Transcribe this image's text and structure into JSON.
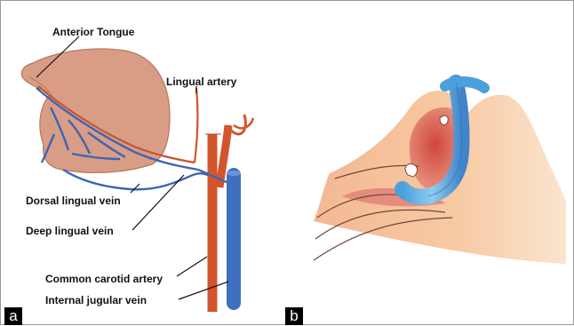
{
  "panels": [
    {
      "letter": "a",
      "labels": {
        "anterior_tongue": "Anterior Tongue",
        "lingual_artery": "Lingual artery",
        "dorsal_lingual_vein": "Dorsal lingual vein",
        "deep_lingual_vein": "Deep lingual vein",
        "common_carotid_artery": "Common carotid artery",
        "internal_jugular_vein": "Internal jugular vein"
      }
    },
    {
      "letter": "b"
    }
  ],
  "colors": {
    "tongue": "#d89a84",
    "artery": "#d2552d",
    "vein": "#3f6fbf",
    "vein_light": "#5fa7dc",
    "tissue": "#f6c9a2",
    "airway_red": "#d8584e"
  }
}
